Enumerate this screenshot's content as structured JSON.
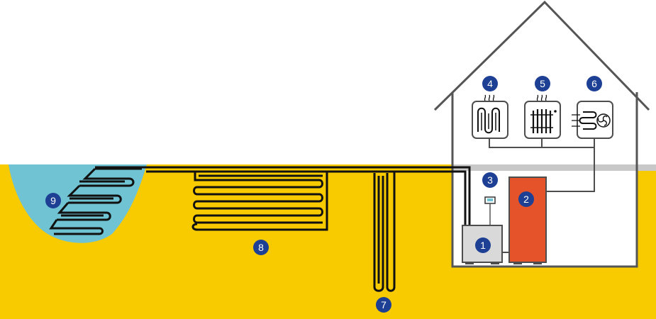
{
  "colors": {
    "ground": "#F8CB00",
    "water": "#6FC3D3",
    "house_outline": "#555555",
    "ground_line": "#C8C8C8",
    "pipe": "#111111",
    "badge": "#1D3F94",
    "heat_pump": "#D9D9D9",
    "boiler": "#E5532A",
    "connector": "#4D4D4D"
  },
  "components": [
    {
      "id": "heat-pump",
      "number": "1",
      "icon": "heat-pump-unit"
    },
    {
      "id": "storage-tank",
      "number": "2",
      "icon": "storage-tank"
    },
    {
      "id": "controller",
      "number": "3",
      "icon": "thermostat-controller"
    },
    {
      "id": "underfloor-heating",
      "number": "4",
      "icon": "underfloor-heating-icon"
    },
    {
      "id": "radiator",
      "number": "5",
      "icon": "radiator-icon"
    },
    {
      "id": "fan-coil",
      "number": "6",
      "icon": "fan-coil-icon"
    },
    {
      "id": "vertical-ground-probe",
      "number": "7",
      "icon": "vertical-borehole-loop"
    },
    {
      "id": "horizontal-ground-collector",
      "number": "8",
      "icon": "horizontal-collector-loop"
    },
    {
      "id": "water-collector",
      "number": "9",
      "icon": "pond-collector-loop"
    }
  ]
}
